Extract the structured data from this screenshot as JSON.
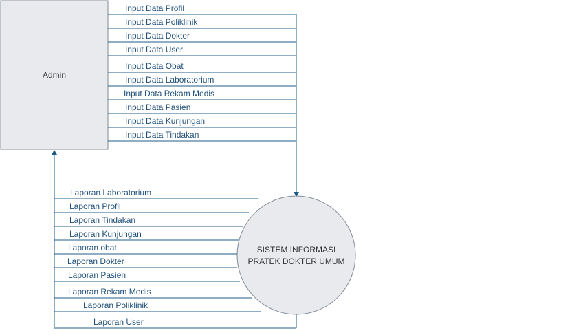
{
  "colors": {
    "line": "#1f5b87",
    "text": "#1f4f7a",
    "box_fill": "#e8eaed",
    "box_border": "#7f8a97",
    "circle_fill": "#e8eaed",
    "circle_border": "#7f8a97"
  },
  "entity": {
    "label": "Admin"
  },
  "process": {
    "line1": "SISTEM INFORMASI",
    "line2": "PRATEK DOKTER UMUM"
  },
  "inputs": [
    "Input Data Profil",
    "Input Data Poliklinik",
    "Input Data Dokter",
    "Input Data User",
    "Input Data Obat",
    "Input Data Laboratorium",
    "Input Data Rekam Medis",
    "Input Data Pasien",
    "Input Data Kunjungan",
    "Input Data Tindakan"
  ],
  "outputs": [
    "Laporan Laboratorium",
    "Laporan Profil",
    "Laporan Tindakan",
    "Laporan Kunjungan",
    "Laporan obat",
    "Laporan Dokter",
    "Laporan Pasien",
    "Laporan Rekam Medis",
    "Laporan Poliklinik",
    "Laporan User"
  ]
}
